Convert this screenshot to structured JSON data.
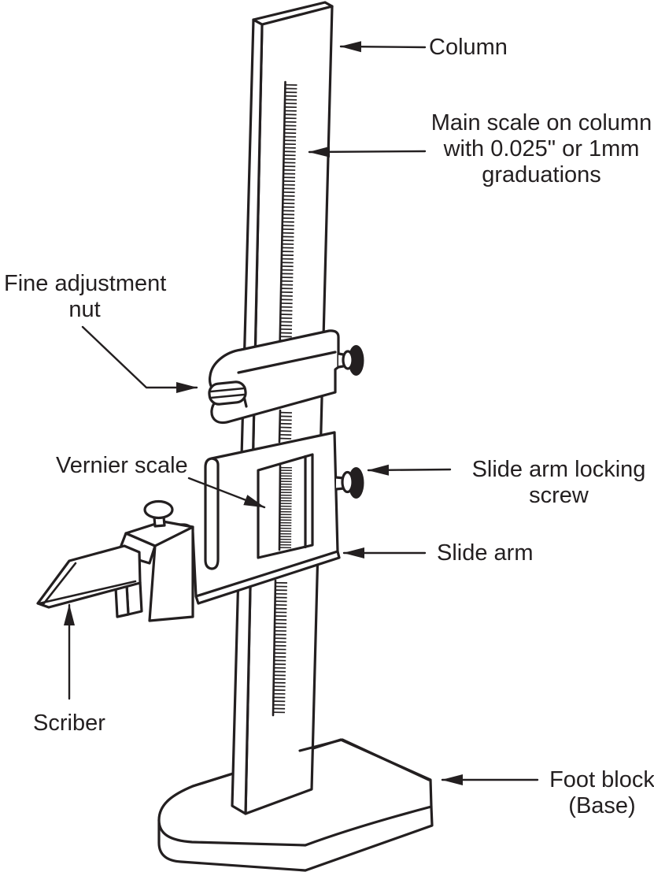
{
  "colors": {
    "line": "#231f20",
    "background": "#ffffff"
  },
  "diagram": {
    "subject": "vernier-height-gauge",
    "labels": {
      "column": "Column",
      "main_scale": [
        "Main scale on column",
        "with 0.025\" or 1mm",
        "graduations"
      ],
      "fine_adjustment": [
        "Fine adjustment",
        "nut"
      ],
      "vernier_scale": "Vernier scale",
      "slide_arm_locking_screw": [
        "Slide arm locking",
        "screw"
      ],
      "slide_arm": "Slide arm",
      "scriber": "Scriber",
      "foot_block": [
        "Foot block",
        "(Base)"
      ]
    }
  }
}
